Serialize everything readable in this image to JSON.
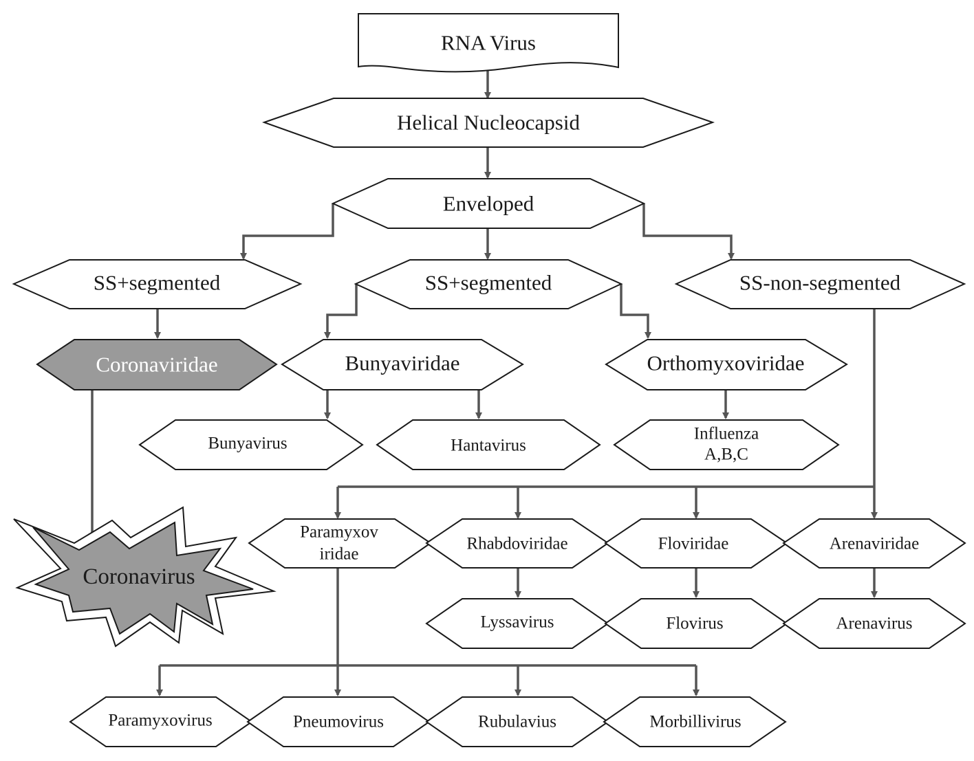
{
  "nodes": {
    "rna_virus": "RNA Virus",
    "helical_nucleocapsid": "Helical Nucleocapsid",
    "enveloped": "Enveloped",
    "ss_segmented_left": "SS+segmented",
    "ss_segmented_mid": "SS+segmented",
    "ss_non_segmented": "SS-non-segmented",
    "coronaviridae": "Coronaviridae",
    "bunyaviridae": "Bunyaviridae",
    "orthomyxoviridae": "Orthomyxoviridae",
    "bunyavirus": "Bunyavirus",
    "hantavirus": "Hantavirus",
    "influenza_line1": "Influenza",
    "influenza_line2": "A,B,C",
    "coronavirus": "Coronavirus",
    "paramyxoviridae_line1": "Paramyxov",
    "paramyxoviridae_line2": "iridae",
    "rhabdoviridae": "Rhabdoviridae",
    "floviridae": "Floviridae",
    "arenaviridae": "Arenaviridae",
    "lyssavirus": "Lyssavirus",
    "flovirus": "Flovirus",
    "arenavirus": "Arenavirus",
    "paramyxovirus": "Paramyxovirus",
    "pneumovirus": "Pneumovirus",
    "rubulavius": "Rubulavius",
    "morbillivirus": "Morbillivirus"
  },
  "colors": {
    "highlight_fill": "#9a9a9a",
    "connector": "#555555",
    "outline": "#1a1a1a"
  }
}
